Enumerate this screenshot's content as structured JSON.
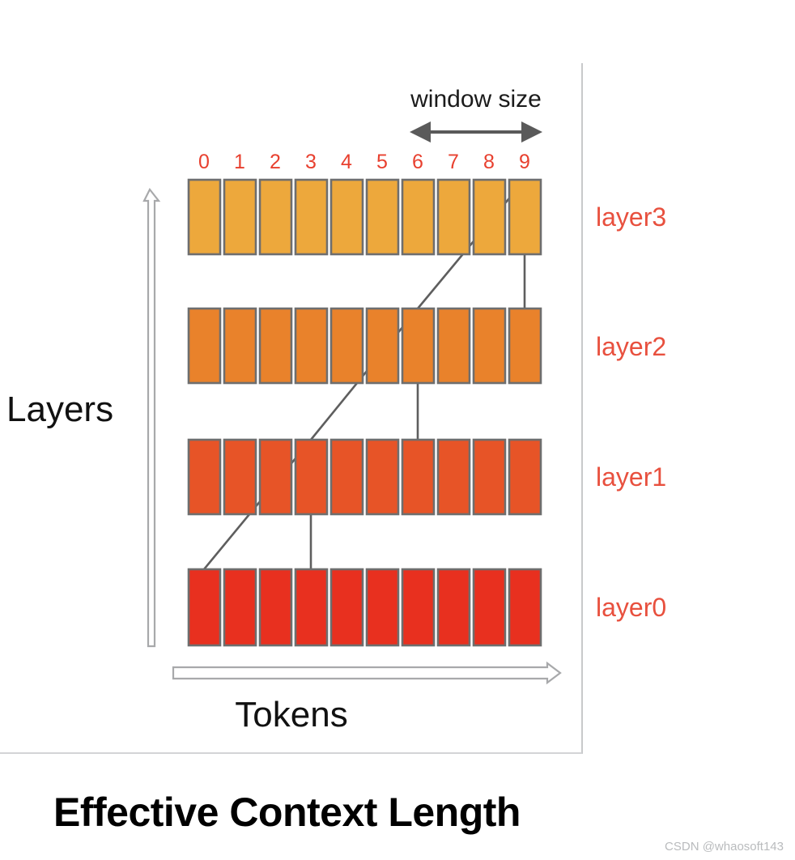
{
  "figure": {
    "title": "Effective Context Length",
    "watermark": "CSDN @whaosoft143",
    "window_size_label": "window size",
    "x_axis_label": "Tokens",
    "y_axis_label": "Layers"
  },
  "chart_data": {
    "type": "diagram",
    "title": "Effective Context Length",
    "xlabel": "Tokens",
    "ylabel": "Layers",
    "description": "Sliding-window attention receptive field growing across stacked transformer layers",
    "token_indices": [
      "0",
      "1",
      "2",
      "3",
      "4",
      "5",
      "6",
      "7",
      "8",
      "9"
    ],
    "token_count": 10,
    "window_size": 4,
    "window_span_tokens": [
      6,
      9
    ],
    "layers": [
      {
        "name": "layer3",
        "index": 3,
        "color": "#eda83c",
        "token_count": 10
      },
      {
        "name": "layer2",
        "index": 2,
        "color": "#e9822b",
        "token_count": 10
      },
      {
        "name": "layer1",
        "index": 1,
        "color": "#e75427",
        "token_count": 10
      },
      {
        "name": "layer0",
        "index": 0,
        "color": "#e8301f",
        "token_count": 10
      }
    ],
    "connections": [
      {
        "from_layer": "layer2",
        "from_token": 6,
        "to_layer": "layer3",
        "to_token": 9,
        "kind": "diagonal"
      },
      {
        "from_layer": "layer2",
        "from_token": 9,
        "to_layer": "layer3",
        "to_token": 9,
        "kind": "vertical"
      },
      {
        "from_layer": "layer1",
        "from_token": 3,
        "to_layer": "layer2",
        "to_token": 6,
        "kind": "diagonal"
      },
      {
        "from_layer": "layer1",
        "from_token": 6,
        "to_layer": "layer2",
        "to_token": 6,
        "kind": "vertical"
      },
      {
        "from_layer": "layer0",
        "from_token": 0,
        "to_layer": "layer1",
        "to_token": 3,
        "kind": "diagonal"
      },
      {
        "from_layer": "layer0",
        "from_token": 3,
        "to_layer": "layer1",
        "to_token": 3,
        "kind": "vertical"
      }
    ],
    "colors": {
      "token_index_text": "#e8402f",
      "layer_label_text": "#e8503e",
      "bar_stroke": "#6e6e6e",
      "connector": "#5e5e5e",
      "axis_arrow_stroke": "#9a9a9a",
      "window_arrow": "#555555",
      "panel_border": "#c8c9cb"
    }
  }
}
